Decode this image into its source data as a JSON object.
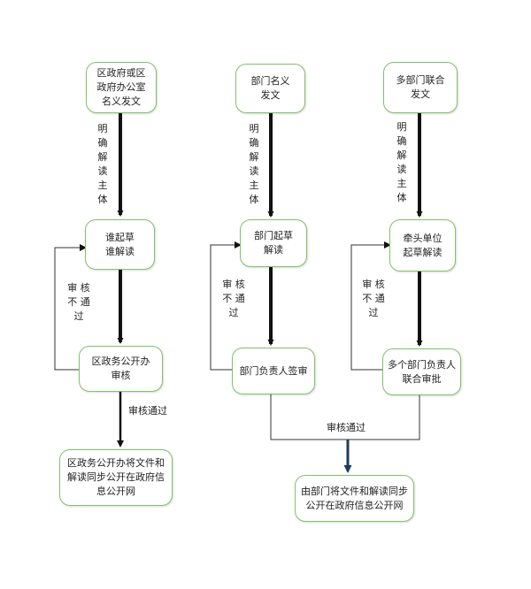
{
  "nodes": {
    "c1_top": "区政府或区\n政府办公室\n名义发文",
    "c1_draft": "谁起草\n谁解读",
    "c1_review": "区政务公开办\n审核",
    "c1_result": "区政务公开办将文件和\n解读同步公开在政府信\n息公开网",
    "c2_top": "部门名义\n发文",
    "c2_draft": "部门起草\n解读",
    "c2_review": "部门负责人签审",
    "c3_top": "多部门联合\n发文",
    "c3_draft": "牵头单位\n起草解读",
    "c3_review": "多个部门负责人\n联合审批",
    "c23_result": "由部门将文件和解读同步\n公开在政府信息公开网"
  },
  "labels": {
    "clarify_1": "明\n确\n解\n读\n主\n体",
    "clarify_2": "明\n确\n解\n读\n主\n体",
    "clarify_3": "明\n确\n解\n读\n主\n体",
    "fail_1": "审 核\n不 通\n过",
    "fail_2": "审 核\n不 通\n过",
    "fail_3": "审 核\n不 通\n过",
    "pass_1": "审核通过",
    "pass_2": "审核通过"
  },
  "colors": {
    "box_border": "#7fc26b",
    "arrow": "#111111",
    "merge_arrow": "#1f3a5c",
    "line": "#333333"
  }
}
